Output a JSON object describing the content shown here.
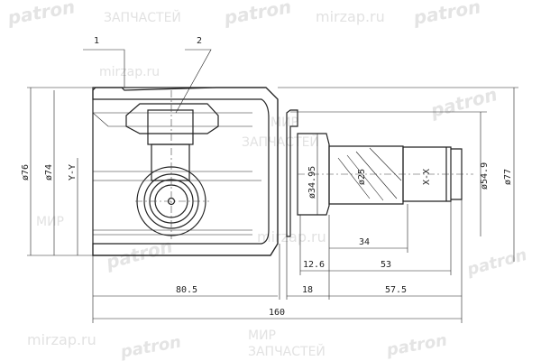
{
  "callouts": [
    "1",
    "2"
  ],
  "dimensions": {
    "dia_76": "ø76",
    "dia_74": "ø74",
    "axis_y": "Y-Y",
    "dia_34_95": "ø34.95",
    "dia_25": "ø25",
    "axis_x": "X-X",
    "dia_54_9": "ø54.9",
    "dia_77": "ø77",
    "len_34": "34",
    "len_12_6": "12.6",
    "len_53": "53",
    "len_80_5": "80.5",
    "len_18": "18",
    "len_57_5": "57.5",
    "len_160": "160"
  },
  "watermarks": {
    "brand": "patron",
    "site": "mirzap.ru",
    "line1": "МИР",
    "line2": "ЗАПЧАСТЕЙ"
  },
  "colors": {
    "line": "#222222",
    "watermark": "#e2e2e2"
  }
}
